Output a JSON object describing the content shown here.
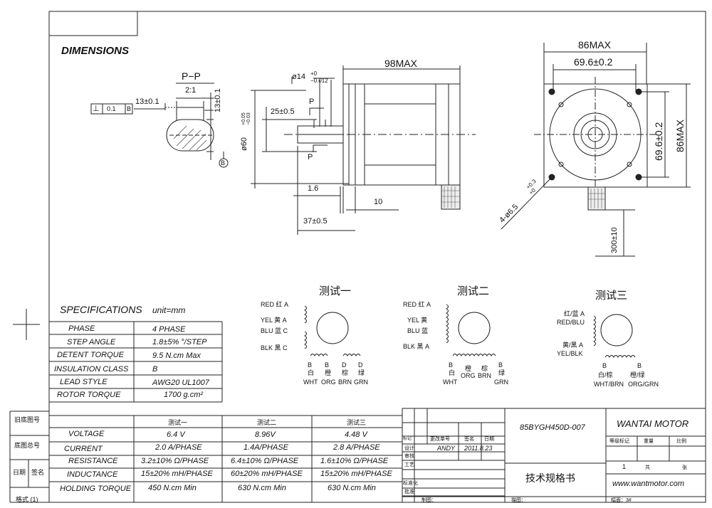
{
  "headings": {
    "dimensions": "DIMENSIONS",
    "specifications": "SPECIFICATIONS",
    "unit": "unit=mm"
  },
  "side_view": {
    "section_label": "P−P",
    "section_scale": "2:1",
    "flat_width": "13±0.1",
    "flat_height": "13±0.1",
    "datum": "B",
    "tolerance_symbol": "⊥",
    "tolerance_value": "0.1",
    "tolerance_datum": "B",
    "shaft_dia_main": "ø14",
    "shaft_dia_tol_top": "+0",
    "shaft_dia_tol_bot": "−0.012",
    "length_max": "98MAX",
    "shaft_length": "25±0.5",
    "pilot_dia": "ø60",
    "pilot_tol_top": "+0.05",
    "pilot_tol_bot": "−0.03",
    "pilot_thickness": "1.6",
    "flange_thickness": "10",
    "shaft_total": "37±0.5",
    "section_mark": "P"
  },
  "front_view": {
    "width_max": "86MAX",
    "bolt_spacing_h": "69.6±0.2",
    "bolt_spacing_v": "69.6±0.2",
    "height_max": "86MAX",
    "holes": "4-ø6.5",
    "holes_tol_top": "+0.3",
    "holes_tol_bot": "+0",
    "lead_length": "300±10"
  },
  "wiring": [
    {
      "title": "测试一",
      "left_labels": [
        "RED 红 A",
        "YEL 黄 A",
        "BLU 蓝 C",
        "BLK 黑 C"
      ],
      "pins": [
        "B",
        "B",
        "D",
        "D"
      ],
      "bottom_cn": [
        "白",
        "橙",
        "棕",
        "绿"
      ],
      "bottom_en": [
        "WHT",
        "ORG",
        "BRN",
        "GRN"
      ]
    },
    {
      "title": "测试二",
      "left_labels": [
        "RED 红 A",
        "YEL 黄",
        "BLU 蓝",
        "BLK 黑 A"
      ],
      "pins": [
        "B",
        "B"
      ],
      "bottom_cn": [
        "白",
        "橙",
        "棕",
        "绿"
      ],
      "bottom_en": [
        "WHT",
        "ORG",
        "BRN",
        "GRN"
      ]
    },
    {
      "title": "测试三",
      "left_labels": [
        "红/蓝 A",
        "RED/BLU",
        "黄/黑 A",
        "YEL/BLK"
      ],
      "pins": [
        "B",
        "B"
      ],
      "bottom_cn": [
        "白/棕",
        "橙/绿"
      ],
      "bottom_en": [
        "WHT/BRN",
        "ORG/GRN"
      ]
    }
  ],
  "spec_table": {
    "rows": [
      {
        "label": "PHASE",
        "value": "4 PHASE"
      },
      {
        "label": "STEP ANGLE",
        "value": "1.8±5% °/STEP"
      },
      {
        "label": "DETENT TORQUE",
        "value": "9.5 N.cm Max"
      },
      {
        "label": "INSULATION CLASS",
        "value": "B"
      },
      {
        "label": "LEAD STYLE",
        "value": "AWG20 UL1007"
      },
      {
        "label": "ROTOR TORQUE",
        "value": "1700 g.cm²"
      }
    ]
  },
  "test_table": {
    "headers": [
      "测试一",
      "测试二",
      "测试三"
    ],
    "rows": [
      {
        "label": "VOLTAGE",
        "values": [
          "6.4 V",
          "8.96V",
          "4.48 V"
        ]
      },
      {
        "label": "CURRENT",
        "values": [
          "2.0 A/PHASE",
          "1.4A/PHASE",
          "2.8 A/PHASE"
        ]
      },
      {
        "label": "RESISTANCE",
        "values": [
          "3.2±10% Ω/PHASE",
          "6.4±10% Ω/PHASE",
          "1.6±10% Ω/PHASE"
        ]
      },
      {
        "label": "INDUCTANCE",
        "values": [
          "15±20% mH/PHASE",
          "60±20% mH/PHASE",
          "15±20% mH/PHASE"
        ]
      },
      {
        "label": "HOLDING TORQUE",
        "values": [
          "450 N.cm Min",
          "630 N.cm Min",
          "630 N.cm Min"
        ]
      }
    ]
  },
  "margin_labels": [
    "旧底图号",
    "底图总号",
    "日期",
    "签名",
    "格式 (1)"
  ],
  "title_block": {
    "model": "85BYGH450D-007",
    "company": "WANTAI MOTOR",
    "doc_title": "技术规格书",
    "website": "www.wantmotor.com",
    "change_header": [
      "标记",
      "更改单号",
      "签名",
      "日期"
    ],
    "rows_cn": [
      "设计",
      "审核",
      "工艺",
      "标准化",
      "批准"
    ],
    "designer": "ANDY",
    "date": "2011.8.23",
    "stage_header": [
      "等级标记",
      "重量",
      "比例"
    ],
    "sheet_no": "1",
    "sheet_of": "共",
    "sheet_unit": "张",
    "footer": [
      "制图：",
      "描图：",
      "幅面：3#"
    ]
  }
}
